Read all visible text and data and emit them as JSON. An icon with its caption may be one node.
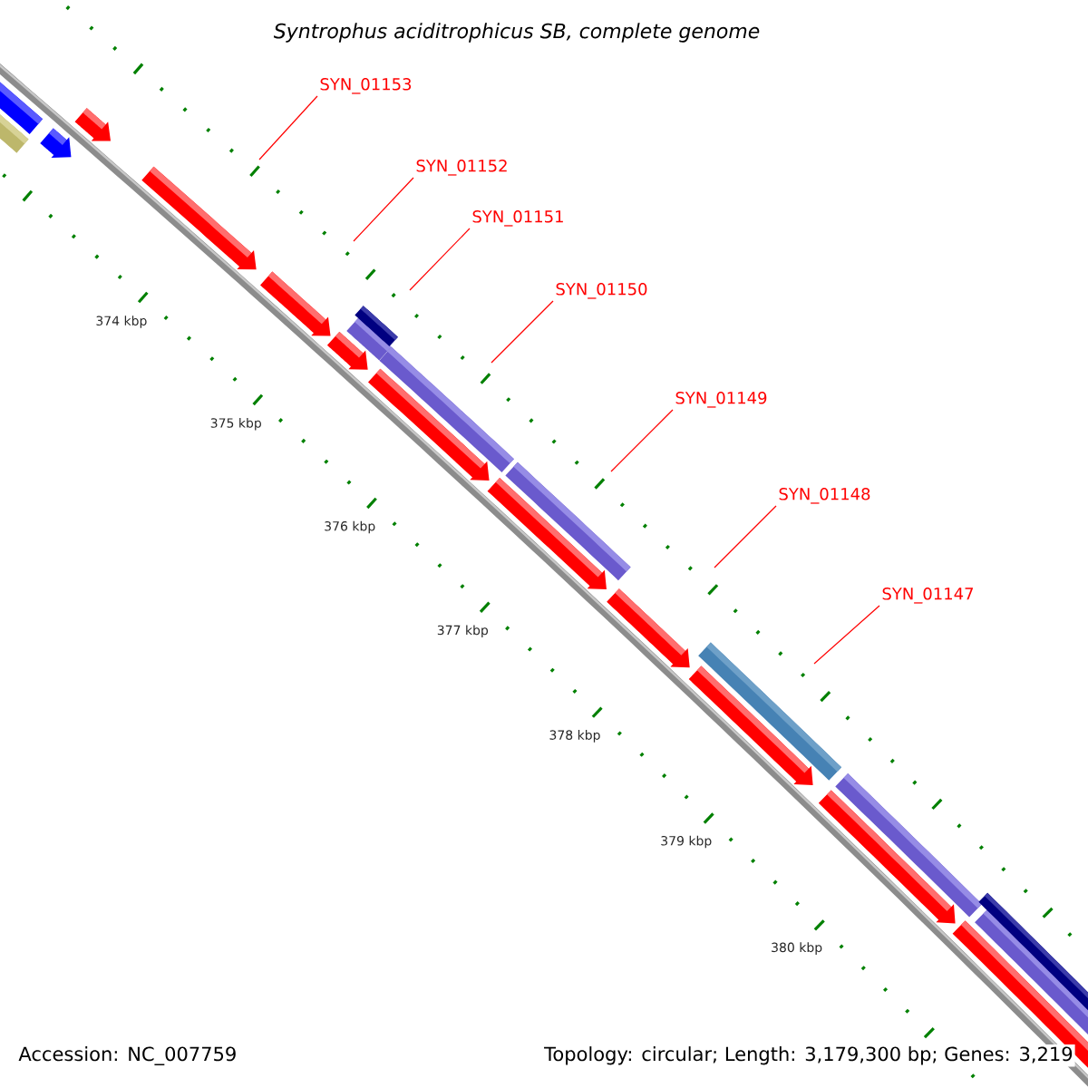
{
  "diagram": {
    "title": "Syntrophus aciditrophicus SB, complete genome",
    "nodes": [
      {
        "text": [
          "SYN_01153"
        ]
      },
      {
        "text": [
          "SYN_01152"
        ]
      },
      {
        "text": [
          "SYN_01151"
        ]
      },
      {
        "text": [
          "SYN_01150"
        ]
      },
      {
        "text": [
          "SYN_01149"
        ]
      },
      {
        "text": [
          "SYN_01148"
        ]
      },
      {
        "text": [
          "SYN_01147"
        ]
      }
    ],
    "edges": [
      {
        "from": 0,
        "to": null,
        "arrow": "none"
      },
      {
        "from": 1,
        "to": null,
        "arrow": "none"
      },
      {
        "from": 2,
        "to": null,
        "arrow": "none"
      },
      {
        "from": 3,
        "to": null,
        "arrow": "none"
      },
      {
        "from": 4,
        "to": null,
        "arrow": "none"
      },
      {
        "from": 5,
        "to": null,
        "arrow": "none"
      },
      {
        "from": 6,
        "to": null,
        "arrow": "none"
      }
    ],
    "labels": [
      "374 kbp",
      "375 kbp",
      "376 kbp",
      "377 kbp",
      "378 kbp",
      "379 kbp",
      "380 kbp",
      "Accession: NC_007759",
      "Topology: circular; Length: 3,179,300 bp; Genes: 3,219"
    ]
  }
}
